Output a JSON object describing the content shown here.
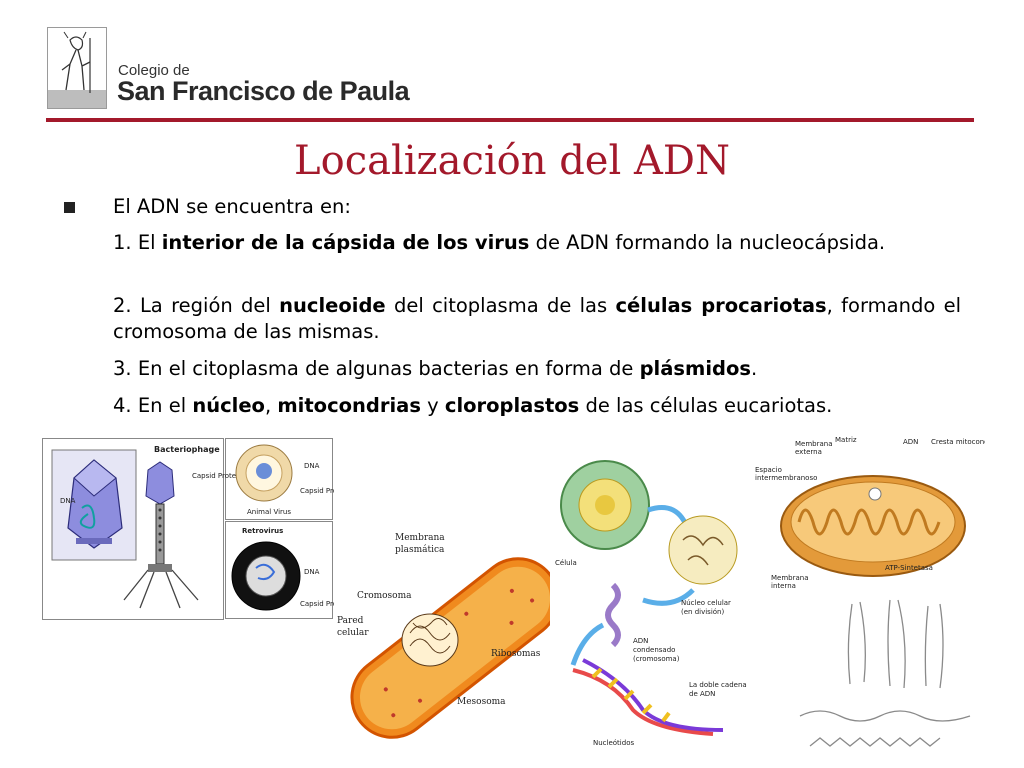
{
  "header": {
    "logo_line1": "Colegio de",
    "logo_line2": "San Francisco de Paula"
  },
  "slide": {
    "title": "Localización del ADN",
    "intro": "El ADN se encuentra en:",
    "items": [
      {
        "num": "1.",
        "a": "El ",
        "b1": "interior de la cápsida de los virus",
        "c": " de ADN formando la nucleocápsida."
      },
      {
        "num": "2.",
        "a": "La región del ",
        "b1": "nucleoide",
        "c": " del citoplasma de las ",
        "b2": "células procariotas",
        "d": ", formando el cromosoma de las mismas."
      },
      {
        "num": "3.",
        "a": "En el citoplasma de algunas bacterias en forma de ",
        "b1": "plásmidos",
        "c": "."
      },
      {
        "num": "4.",
        "a": "En el ",
        "b1": "núcleo",
        "c": ", ",
        "b2": "mitocondrias",
        "d": " y ",
        "b3": "cloroplastos",
        "e": " de las células eucariotas."
      }
    ]
  },
  "figures": {
    "virus": {
      "bacteriophage": "Bacteriophage",
      "dna": "DNA",
      "capsid_protein": "Capsid Protein",
      "animal_virus": "Animal Virus",
      "retrovirus": "Retrovirus"
    },
    "bacterium": {
      "membrana_l1": "Membrana",
      "membrana_l2": "plasmática",
      "cromosoma": "Cromosoma",
      "pared_l1": "Pared",
      "pared_l2": "celular",
      "ribosomas": "Ribosomas",
      "mesosoma": "Mesosoma"
    },
    "cell": {
      "celula": "Célula",
      "nucleo_l1": "Núcleo celular",
      "nucleo_l2": "(en división)",
      "adn_l1": "ADN",
      "adn_l2": "condensado",
      "adn_l3": "(cromosoma)",
      "doble_l1": "La doble cadena",
      "doble_l2": "de ADN",
      "nucleotidos": "Nucleótidos"
    },
    "mitochondria": {
      "matriz": "Matriz",
      "adn": "ADN",
      "cresta": "Cresta mitocondrial",
      "membrana_ext_l1": "Membrana",
      "membrana_ext_l2": "externa",
      "espacio_l1": "Espacio",
      "espacio_l2": "intermembranoso",
      "membrana_int_l1": "Membrana",
      "membrana_int_l2": "interna",
      "atp": "ATP-Sintetasa"
    }
  },
  "colors": {
    "accent": "#a3192b",
    "text": "#000000"
  }
}
